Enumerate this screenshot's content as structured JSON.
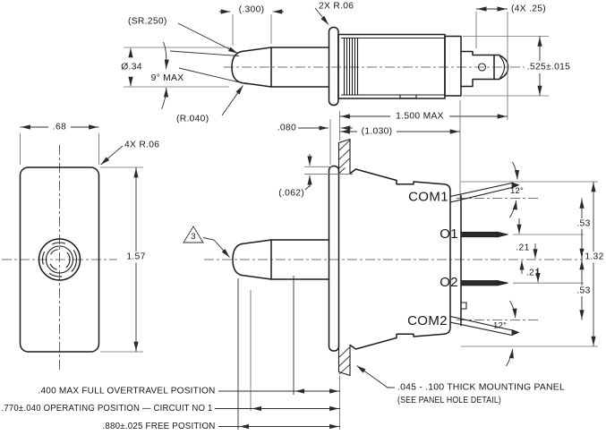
{
  "colors": {
    "line": "#1c1c1c",
    "background": "#ffffff"
  },
  "top_view": {
    "sphere_radius": "(SR.250)",
    "tip_length": "(.300)",
    "flange_radius": "2X R.06",
    "terminal_spacing": "(4X .25)",
    "plunger_dia": "Ø.34",
    "taper_angle": "9° MAX",
    "tip_corner_radius": "(R.040)",
    "terminal_width": ".525±.015",
    "body_length": "1.500 MAX",
    "body_depth": "(1.030)"
  },
  "front_view": {
    "width": ".68",
    "corner_radius": "4X R.06",
    "height": "1.57"
  },
  "section_view": {
    "flange_thickness": ".080",
    "flange_overlap": "(.062)",
    "terminals": [
      "COM1",
      "O1",
      "O2",
      "COM2"
    ],
    "angle_top": "12°",
    "angle_bottom": "12°",
    "dim_53_top": ".53",
    "dim_21_top": ".21",
    "dim_21_bottom": ".21",
    "dim_53_bottom": ".53",
    "terminal_span": "1.32",
    "flag_note": "3"
  },
  "notes": {
    "overtravel": ".400 MAX FULL OVERTRAVEL POSITION",
    "operating": ".770±.040 OPERATING POSITION — CIRCUIT NO 1",
    "free": ".880±.025 FREE POSITION",
    "panel_line1": ".045 - .100 THICK MOUNTING PANEL",
    "panel_line2": "(SEE PANEL HOLE DETAIL)"
  }
}
